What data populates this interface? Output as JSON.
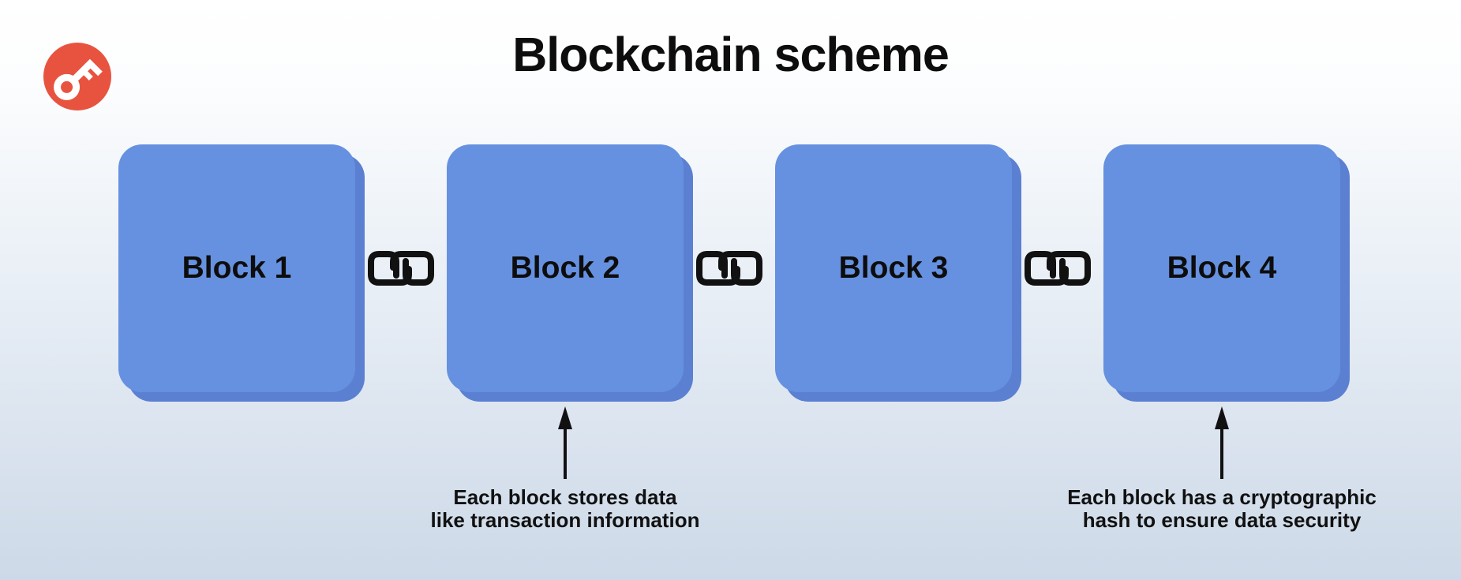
{
  "title": "Blockchain scheme",
  "logo": {
    "icon": "key-icon",
    "background_color": "#E85340",
    "glyph_color": "#FFFFFF"
  },
  "colors": {
    "block_fill": "#6691E0",
    "block_shadow": "#5B80D2",
    "text": "#0D0D0D",
    "chain_link_icon": "#111111",
    "background_top": "#FFFFFF",
    "background_bottom": "#CDD9E8"
  },
  "blocks": [
    {
      "label": "Block 1"
    },
    {
      "label": "Block 2"
    },
    {
      "label": "Block 3"
    },
    {
      "label": "Block 4"
    }
  ],
  "connectors": {
    "icon": "chain-link-icon",
    "count": 3
  },
  "annotations": [
    {
      "attached_to": "Block 2",
      "lines": [
        "Each block stores data",
        "like transaction information"
      ]
    },
    {
      "attached_to": "Block 4",
      "lines": [
        "Each block has a cryptographic",
        "hash to ensure data security"
      ]
    }
  ]
}
